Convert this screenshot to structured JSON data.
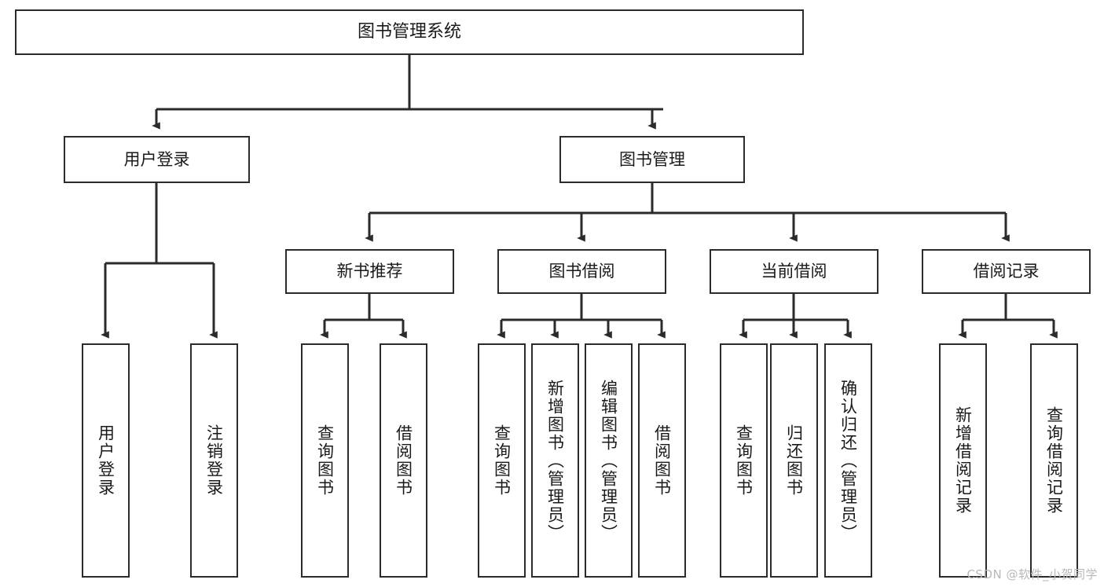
{
  "diagram": {
    "type": "tree-hierarchy",
    "title": "图书管理系统",
    "watermark": "CSDN @软件_小贺同学",
    "colors": {
      "stroke": "#2b2b2b",
      "fill": "#ffffff",
      "text": "#1a1a1a",
      "watermark": "#b9b9b9"
    },
    "nodes": {
      "root": {
        "label": "图书管理系统"
      },
      "level2": [
        {
          "label": "用户登录"
        },
        {
          "label": "图书管理"
        }
      ],
      "level3": [
        {
          "label": "新书推荐"
        },
        {
          "label": "图书借阅"
        },
        {
          "label": "当前借阅"
        },
        {
          "label": "借阅记录"
        }
      ],
      "leaves": {
        "user_login": [
          {
            "label": "用户登录"
          },
          {
            "label": "注销登录"
          }
        ],
        "new_book_recommend": [
          {
            "label": "查询图书"
          },
          {
            "label": "借阅图书"
          }
        ],
        "book_borrow": [
          {
            "label": "查询图书"
          },
          {
            "label": "新增图书（管理员）"
          },
          {
            "label": "编辑图书（管理员）"
          },
          {
            "label": "借阅图书"
          }
        ],
        "current_borrow": [
          {
            "label": "查询图书"
          },
          {
            "label": "归还图书"
          },
          {
            "label": "确认归还（管理员）"
          }
        ],
        "borrow_records": [
          {
            "label": "新增借阅记录"
          },
          {
            "label": "查询借阅记录"
          }
        ]
      }
    }
  }
}
